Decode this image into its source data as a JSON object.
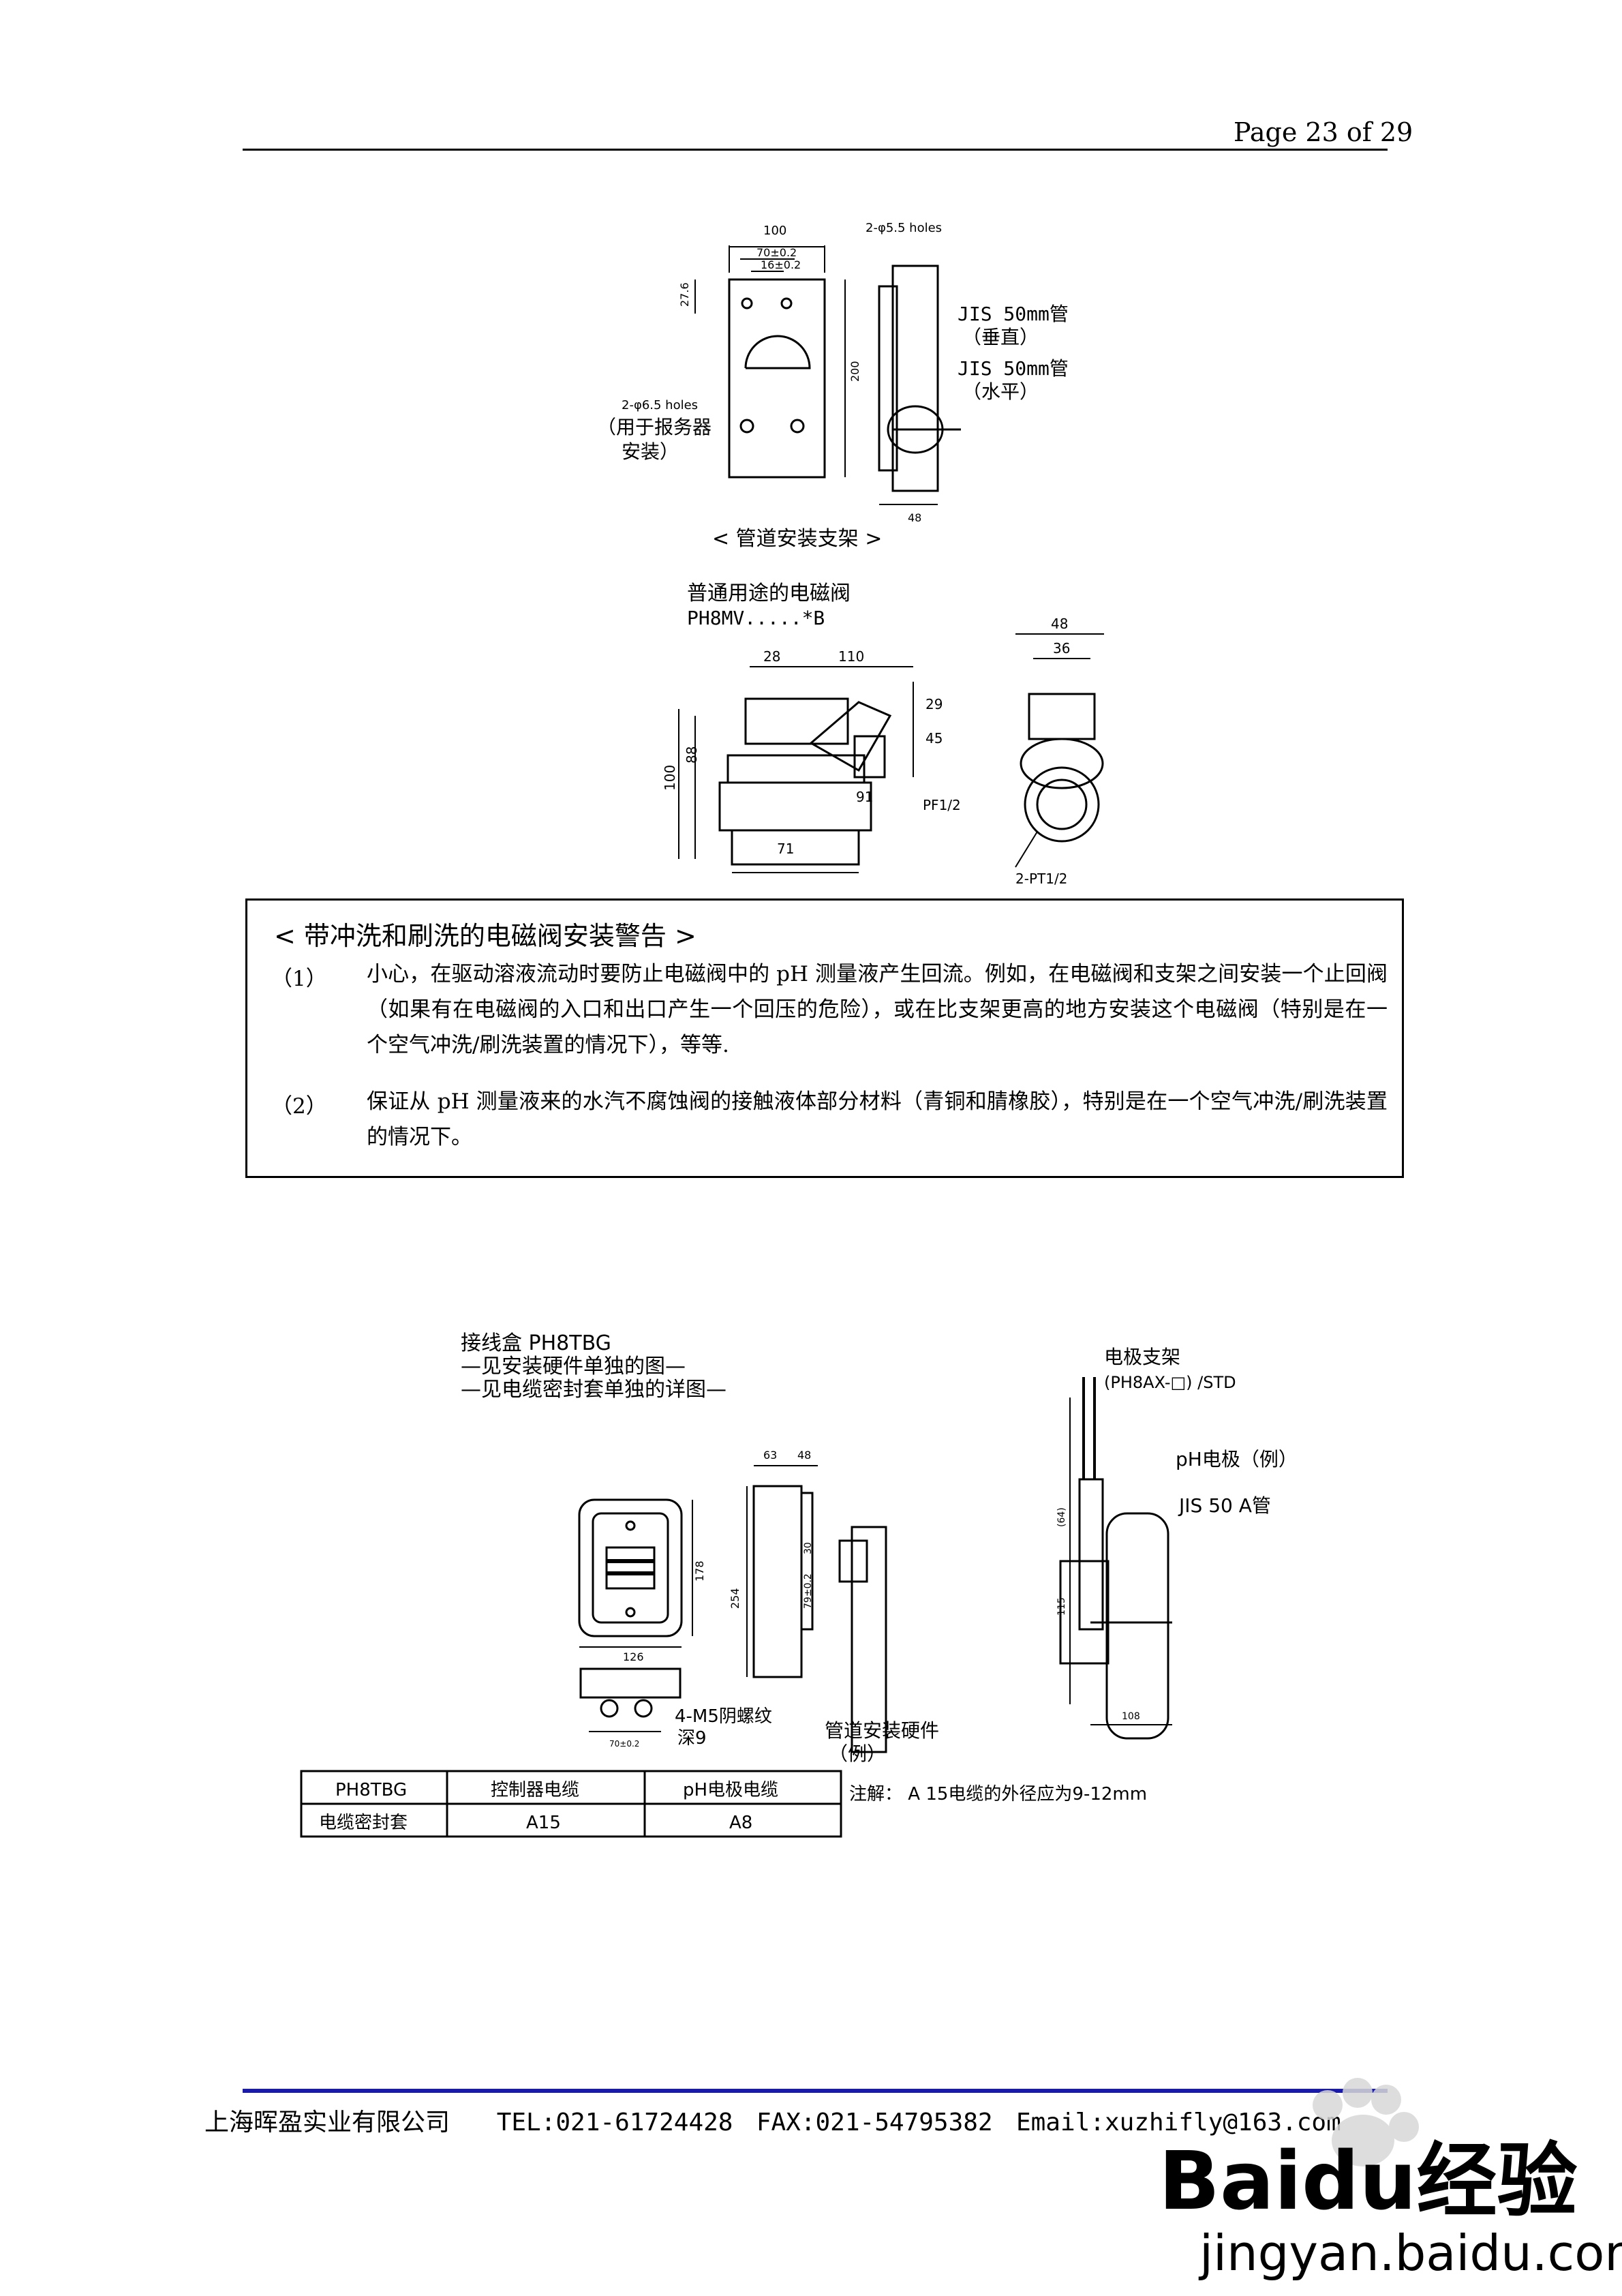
{
  "header": {
    "page_label": "Page 23 of 29"
  },
  "fig1": {
    "dim_top": "100",
    "dim_inner1": "70±0.2",
    "dim_inner2": "16±0.2",
    "holes_top": "2-φ5.5 holes",
    "dim_left": "27.6",
    "dim_height": "200",
    "holes_mid": "2-φ6.5 holes",
    "note_line1": "（用于报务器",
    "note_line2": "安装）",
    "pipe_vert_line1": "JIS 50mm管",
    "pipe_vert_line2": "（垂直）",
    "pipe_horz_line1": "JIS 50mm管",
    "pipe_horz_line2": "（水平）",
    "dim_side": "48",
    "caption": "<  管道安装支架  >"
  },
  "fig2": {
    "title": "普通用途的电磁阀",
    "model": "PH8MV.....*B",
    "d28": "28",
    "d110": "110",
    "d29": "29",
    "d45": "45",
    "d88": "88",
    "d100": "100",
    "d91": "91",
    "pf": "PF1/2",
    "d71": "71",
    "d48": "48",
    "d36": "36",
    "pt": "2-PT1/2"
  },
  "warning": {
    "title": "< 带冲洗和刷洗的电磁阀安装警告 >",
    "items": [
      {
        "num": "（1）",
        "text": "小心，在驱动溶液流动时要防止电磁阀中的 pH 测量液产生回流。例如，在电磁阀和支架之间安装一个止回阀（如果有在电磁阀的入口和出口产生一个回压的危险），或在比支架更高的地方安装这个电磁阀（特别是在一个空气冲洗/刷洗装置的情况下），等等."
      },
      {
        "num": "（2）",
        "text": "保证从 pH 测量液来的水汽不腐蚀阀的接触液体部分材料（青铜和腈橡胶），特别是在一个空气冲洗/刷洗装置的情况下。"
      }
    ]
  },
  "fig3": {
    "title_line1": "接线盒  PH8TBG",
    "title_line2": "—见安装硬件单独的图—",
    "title_line3": "—见电缆密封套单独的详图—",
    "holder_line1": "电极支架",
    "holder_line2": "(PH8AX-□) /STD",
    "ph_electrode": "pH电极（例）",
    "jis_pipe": "JIS 50 A管",
    "d63": "63",
    "d48": "48",
    "d178": "178",
    "d126": "126",
    "d254": "254",
    "d30": "30",
    "d79": "79±0.2",
    "d64": "(64)",
    "d115": "115",
    "d108": "108",
    "d70": "70±0.2",
    "thread_line1": "4-M5阴螺纹",
    "thread_line2": "深9",
    "pipe_hw_line1": "管道安装硬件",
    "pipe_hw_line2": "（例）",
    "table": {
      "rows": [
        [
          "PH8TBG",
          "控制器电缆",
          "pH电极电缆"
        ],
        [
          "电缆密封套",
          "A15",
          "A8"
        ]
      ]
    },
    "note": "注解：  A 15电缆的外径应为9-12mm"
  },
  "footer": {
    "company": "上海晖盈实业有限公司",
    "tel": "TEL:021-61724428",
    "fax": "FAX:021-54795382",
    "email": "Email:xuzhifly@163.com"
  },
  "watermark": {
    "brand": "Baidu经验",
    "url": "jingyan.baidu.com"
  }
}
